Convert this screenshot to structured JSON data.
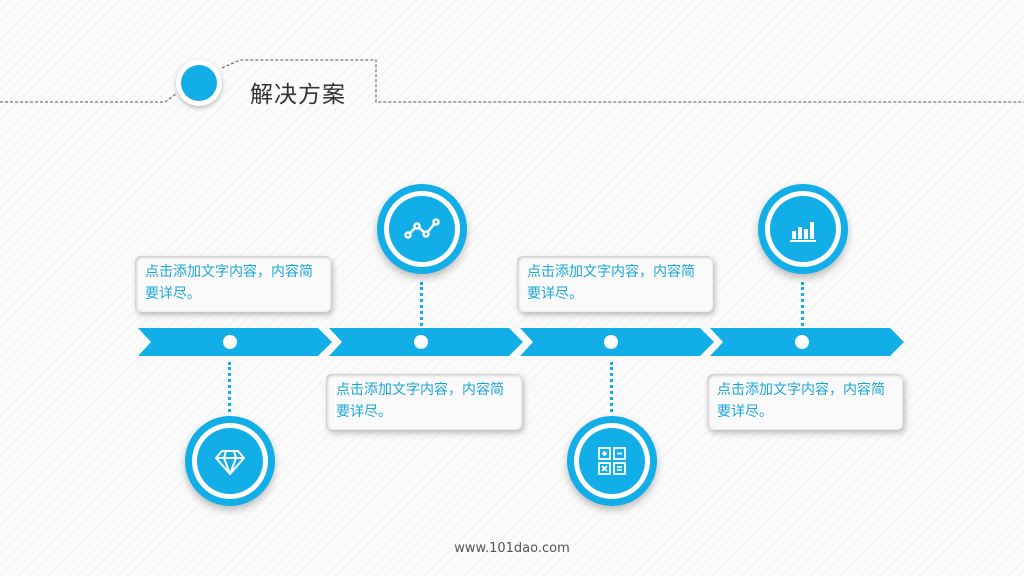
{
  "header": {
    "title": "解决方案"
  },
  "steps": [
    {
      "text": "点击添加文字内容，内容简要详尽。",
      "icon": "diamond-icon"
    },
    {
      "text": "点击添加文字内容，内容简要详尽。",
      "icon": "line-chart-icon"
    },
    {
      "text": "点击添加文字内容，内容简要详尽。",
      "icon": "calculator-icon"
    },
    {
      "text": "点击添加文字内容，内容简要详尽。",
      "icon": "bar-chart-icon"
    }
  ],
  "footer": {
    "url": "www.101dao.com"
  },
  "colors": {
    "accent": "#11aee8",
    "callout_text": "#1aa7dc",
    "background": "#fbfbfb"
  }
}
